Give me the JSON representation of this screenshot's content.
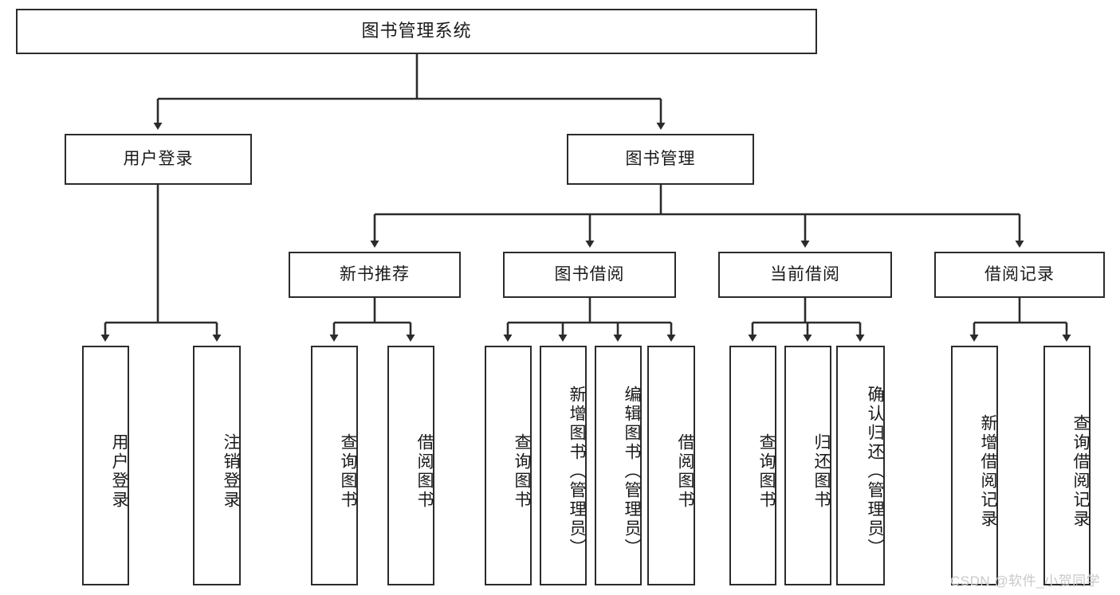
{
  "diagram": {
    "title": "图书管理系统",
    "type": "tree-hierarchy-diagram",
    "colors": {
      "box_border": "#2b2b2b",
      "box_fill": "#ffffff",
      "edge": "#2b2b2b",
      "text": "#1a1a1a",
      "watermark": "#c9c9c9",
      "background": "#ffffff"
    }
  },
  "nodes": {
    "root": {
      "label": "图书管理系统"
    },
    "level2": [
      {
        "label": "用户登录"
      },
      {
        "label": "图书管理"
      }
    ],
    "level3": [
      {
        "label": "新书推荐"
      },
      {
        "label": "图书借阅"
      },
      {
        "label": "当前借阅"
      },
      {
        "label": "借阅记录"
      }
    ],
    "leaves_user_login": [
      {
        "label": "用户登录"
      },
      {
        "label": "注销登录"
      }
    ],
    "leaves_new_books": [
      {
        "label": "查询图书"
      },
      {
        "label": "借阅图书"
      }
    ],
    "leaves_borrow_books": [
      {
        "label": "查询图书"
      },
      {
        "label": "新增图书（管理员）"
      },
      {
        "label": "编辑图书（管理员）"
      },
      {
        "label": "借阅图书"
      }
    ],
    "leaves_current_borrow": [
      {
        "label": "查询图书"
      },
      {
        "label": "归还图书"
      },
      {
        "label": "确认归还（管理员）"
      }
    ],
    "leaves_borrow_records": [
      {
        "label": "新增借阅记录"
      },
      {
        "label": "查询借阅记录"
      }
    ]
  },
  "watermark": {
    "text": "CSDN @软件_小贺同学"
  }
}
